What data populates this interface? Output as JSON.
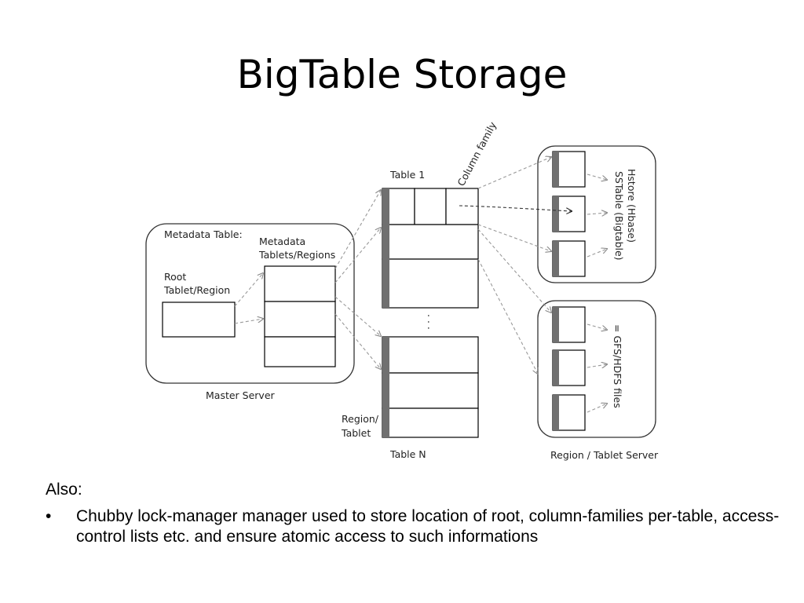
{
  "title": "BigTable Storage",
  "diagram": {
    "metadata_table_label": "Metadata Table:",
    "metadata_tablets_label_1": "Metadata",
    "metadata_tablets_label_2": "Tablets/Regions",
    "root_label_1": "Root",
    "root_label_2": "Tablet/Region",
    "master_server_label": "Master Server",
    "table1_label": "Table 1",
    "column_family_label": "Column family",
    "tablen_label": "Table N",
    "region_tablet_label_1": "Region/",
    "region_tablet_label_2": "Tablet",
    "ellipsis": ". . .",
    "hstore_label": "Hstore (Hbase)",
    "sstable_label": "SSTable (Bigtable)",
    "gfs_label": "= GFS/HDFS files",
    "region_server_label": "Region / Tablet Server"
  },
  "body": {
    "also_label": "Also:",
    "bullet_symbol": "•",
    "bullets": [
      "Chubby lock-manager manager used to store location of root, column-families per-table, access-control lists etc. and ensure atomic access to such informations"
    ]
  },
  "colors": {
    "bar": "#707070",
    "dash": "#999999",
    "text": "#222222"
  }
}
